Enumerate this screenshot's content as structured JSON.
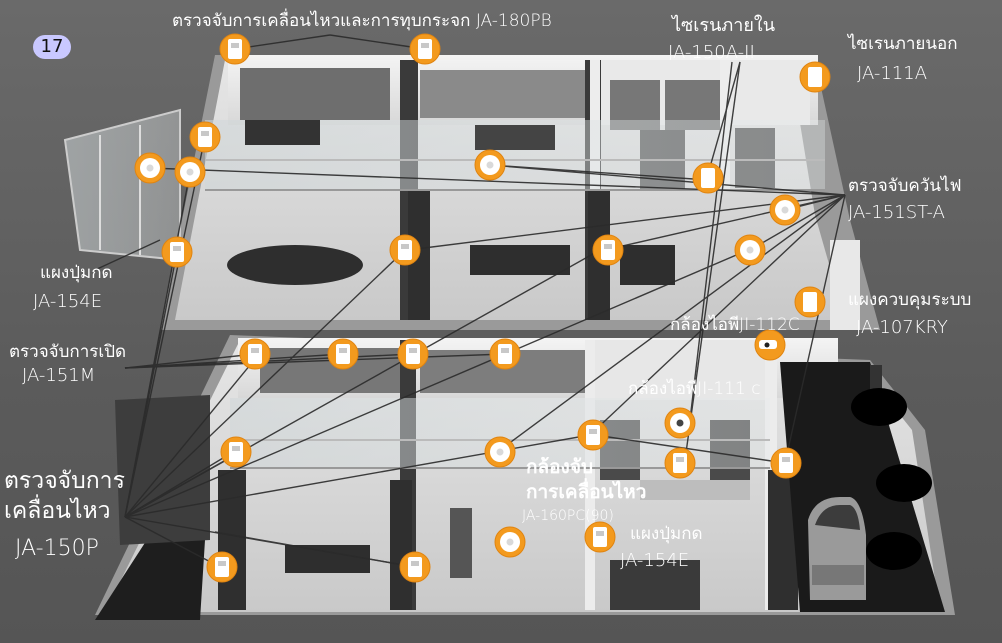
{
  "page_number": "17",
  "labels": {
    "motion_glass": "ตรวจจับการเคลื่อนไหวและการทุบกระจก JA-180PB",
    "siren_indoor_1": "ไซเรนภายใน",
    "siren_indoor_2": "JA-150A-II",
    "siren_outdoor_1": "ไซเรนภายนอก",
    "siren_outdoor_2": "JA-111A",
    "smoke_1": "ตรวจจับควันไฟ",
    "smoke_2": "JA-151ST-A",
    "control_panel_1": "แผงควบคุมระบบ",
    "control_panel_2": "JA-107KRY",
    "camera_112_1": "กล้องไอพีJI-112C",
    "camera_111_1": "กล้องไอพีJI-111 c",
    "keypad_left_1": "แผงปุ่มกด",
    "keypad_left_2": "JA-154E",
    "door_sensor_1": "ตรวจจับการเปิด",
    "door_sensor_2": "JA-151M",
    "motion_1": "ตรวจจับการ",
    "motion_2": "เคลื่อนไหว",
    "motion_3": "JA-150P",
    "motion_cam_1": "กล้องจับ",
    "motion_cam_2": "การเคลื่อนไหว",
    "motion_cam_3": "JA-160PC(90)",
    "keypad_mid_1": "แผงปุ่มกด",
    "keypad_mid_2": "JA-154E"
  },
  "colors": {
    "device_ring": "#f39a1e",
    "device_body": "#ffffff",
    "label_text": "#ffffff",
    "badge": "#c9c8ff"
  },
  "icons": [
    "motion-sensor-icon",
    "smoke-detector-icon",
    "siren-icon",
    "ip-camera-icon",
    "keypad-icon",
    "door-contact-icon",
    "control-panel-icon"
  ]
}
